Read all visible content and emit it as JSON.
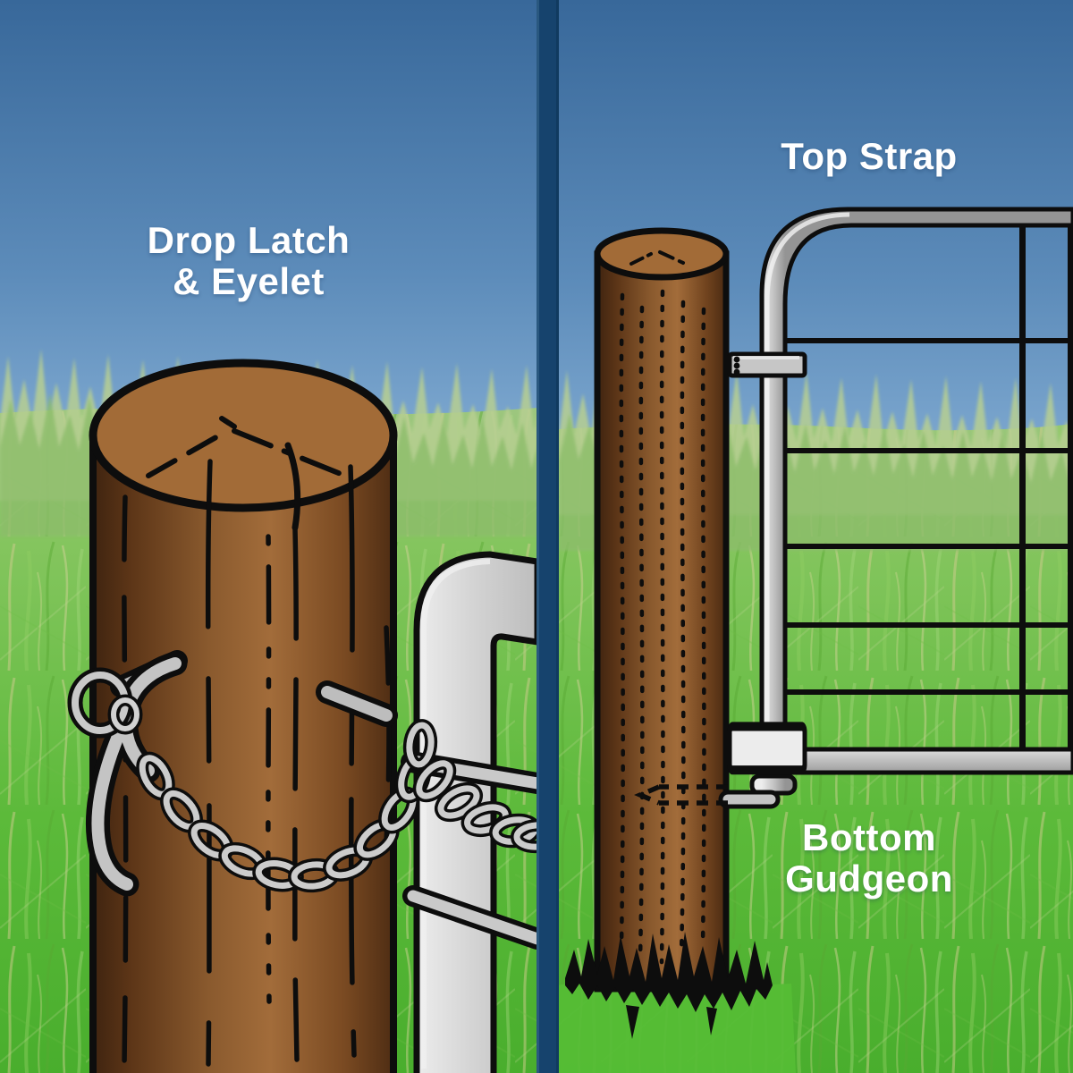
{
  "illustration": {
    "left_panel": {
      "caption_line1": "Drop Latch",
      "caption_line2": "& Eyelet"
    },
    "right_panel": {
      "caption_top": "Top Strap",
      "caption_bottom_line1": "Bottom",
      "caption_bottom_line2": "Gudgeon"
    }
  },
  "colors": {
    "sky_top": "#3a6d9e",
    "sky_horizon": "#87b1d6",
    "grass_bright": "#55bd35",
    "grass_pale": "#a9c78f",
    "post_brown": "#a26b37",
    "post_shadow": "#4a2a12",
    "metal_gray": "#c9c9c9",
    "outline_black": "#0d0d0d",
    "divider_navy": "#16436d",
    "label_text": "#ffffff"
  }
}
